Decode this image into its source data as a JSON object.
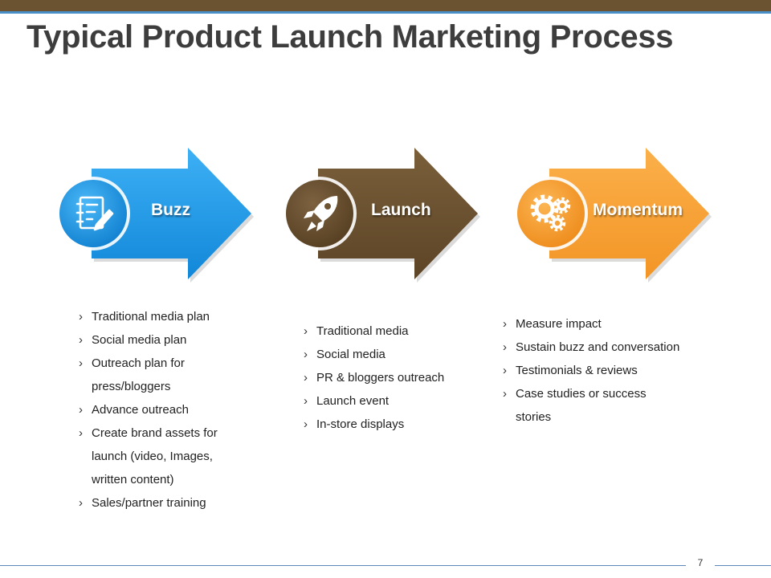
{
  "slide": {
    "title": "Typical Product Launch Marketing Process",
    "page_number": "7"
  },
  "colors": {
    "header_bar": "#6b5230",
    "header_line": "#4a90c8",
    "buzz": "#1e9be8",
    "launch": "#6e5432",
    "momentum": "#f7a33c"
  },
  "stages": [
    {
      "label": "Buzz",
      "icon": "notepad-pen-icon",
      "items": [
        "Traditional media plan",
        "Social media plan",
        "Outreach plan for press/bloggers",
        "Advance outreach",
        "Create brand assets for launch (video, Images, written content)",
        "Sales/partner training"
      ]
    },
    {
      "label": "Launch",
      "icon": "rocket-icon",
      "items": [
        "Traditional media",
        "Social media",
        "PR & bloggers outreach",
        "Launch event",
        "In-store displays"
      ]
    },
    {
      "label": "Momentum",
      "icon": "gears-icon",
      "items": [
        "Measure impact",
        "Sustain buzz and conversation",
        "Testimonials & reviews",
        "Case studies or success stories"
      ]
    }
  ]
}
